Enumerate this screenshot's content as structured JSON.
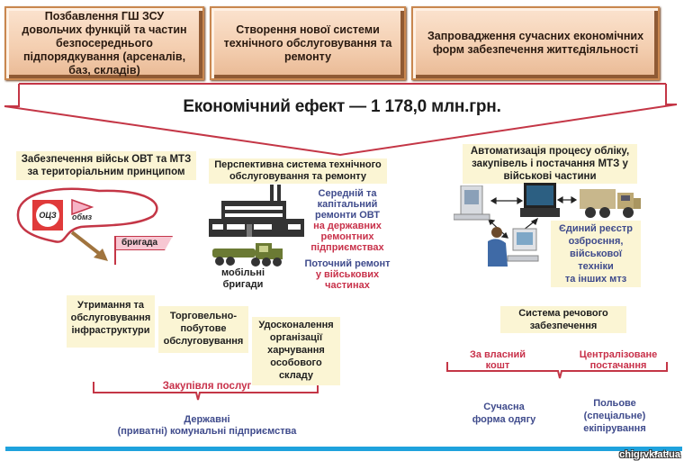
{
  "top_boxes": [
    {
      "text": "Позбавлення ГШ ЗСУ\nдовольчих функцій та частин\nбезпосереднього\nпідпорядкування (арсеналів,\nбаз, складів)"
    },
    {
      "text": "Створення нової системи\nтехнічного обслуговування та\nремонту"
    },
    {
      "text": "Запровадження сучасних економічних\nформ забезпечення життєдіяльності"
    }
  ],
  "effect": {
    "label": "Економічний ефект — 1 178,0 млн.грн."
  },
  "left_block": {
    "title": "Забезпечення військ ОВТ та МТЗ\nза територіальним принципом",
    "ocz_label": "ОЦЗ",
    "obmz_label": "обмз",
    "brigade_label": "бригада"
  },
  "middle_block": {
    "title": "Перспективна система технічного\nобслуговування та ремонту",
    "repair_blue": "Середній та\nкапітальний\nремонти ОВТ",
    "repair_red": "на державних\nремонтних\nпідприємствах",
    "current_blue": "Поточний ремонт",
    "current_red": "у військових\nчастинах",
    "mobile_label": "мобільні\nбригади"
  },
  "right_block": {
    "title": "Автоматизація процесу обліку,\nзакупівель і постачання МТЗ у\nвійськові частини",
    "registry": "Єдиний реєстр\nозброєння,\nвійськової техніки\nта інших мтз"
  },
  "services": {
    "items": [
      "Утримання та\nобслуговування\nінфраструктури",
      "Торговельно-\nпобутове\nобслуговування",
      "Удосконалення\nорганізації\nхарчування\nособового\nскладу"
    ],
    "bracket_label": "Закупівля послуг",
    "result": "Державні\n(приватні) комунальні підприємства"
  },
  "clothing": {
    "title": "Система речового\nзабезпечення",
    "left_label": "За власний\nкошт",
    "right_label": "Централізоване\nпостачання",
    "left_result": "Сучасна\nформа одягу",
    "right_result": "Польове\n(спеціальне)\nекіпірування"
  },
  "watermark": "chigrvk.at.ua",
  "colors": {
    "accent_red": "#c8314a",
    "accent_blue": "#3f4b8c",
    "bar_blue": "#1fa2dd",
    "box_orange": "#f4cfb1"
  }
}
